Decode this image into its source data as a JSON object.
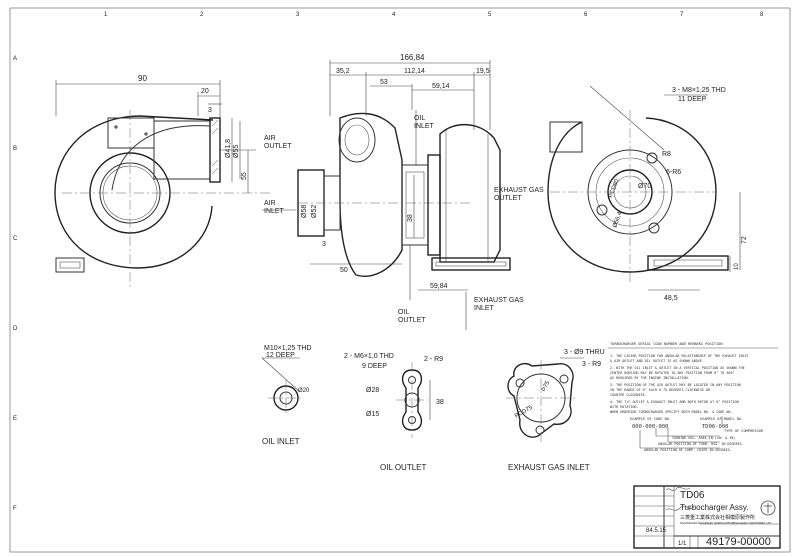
{
  "drawing": {
    "title_block": {
      "model": "TD06",
      "name": "Turbocharger Assy.",
      "company_jp": "三菱重工業株式会社相模原製作所",
      "company_en": "SAGAMIHARA MACHINERY WORKS MITSUBISHI HEAVY INDUSTRIES, LTD.",
      "date": "84.5.15",
      "scale": "1/1",
      "drawing_number": "49179-00000"
    },
    "overall_dims": {
      "total_length": "166,84",
      "d_35_2": "35,2",
      "d_112_14": "112,14",
      "d_19_5": "19,5",
      "d_53": "53",
      "d_59_14": "59,14",
      "d_90": "90",
      "d_20": "20",
      "d_3_top": "3",
      "d_3_left": "3",
      "d_55": "55",
      "d_50": "50",
      "d_38": "38",
      "d_59_84": "59,84",
      "d_48_5": "48,5",
      "d_72": "72",
      "d_10": "10",
      "dia_41_8": "Ø41,8",
      "dia_55": "Ø55",
      "dia_58": "Ø58",
      "dia_52": "Ø52"
    },
    "labels": {
      "air_outlet": [
        "AIR",
        "OUTLET"
      ],
      "air_inlet": [
        "AIR",
        "INLET"
      ],
      "oil_inlet_top": [
        "OIL",
        "INLET"
      ],
      "oil_outlet": [
        "OIL",
        "OUTLET"
      ],
      "exhaust_outlet": [
        "EXHAUST GAS",
        "OUTLET"
      ],
      "exhaust_inlet": [
        "EXHAUST GAS",
        "INLET"
      ],
      "turbine_thd": "3 - M8×1,25  THD",
      "turbine_deep": "11 DEEP",
      "r8": "R8",
      "r6": "6-R6",
      "pcd80": "PCD80",
      "dia70": "Ø70",
      "dia56": "Ø56,4"
    },
    "details": {
      "oil_inlet": {
        "caption": "OIL  INLET",
        "thd": "M10×1,25  THD",
        "deep": "12 DEEP",
        "dia": "Ø20"
      },
      "oil_outlet": {
        "caption": "OIL  OUTLET",
        "thd": "2 - M6×1,0  THD",
        "deep": "9 DEEP",
        "r9": "2 - R9",
        "dia28": "Ø28",
        "dia15": "Ø15",
        "d38": "38"
      },
      "exhaust_inlet": {
        "caption": "EXHAUST  GAS  INLET",
        "thru": "3 - Ø9  THRU",
        "r9": "3 - R9",
        "pcd": "PCD75",
        "d75": "ᐅ75"
      }
    },
    "notes": {
      "header": "TURBOCHARGER SERIAL CODE NUMBER AND REMARKS POSITION",
      "items": [
        "1.   THE CASING POSITION FOR ANGULAR RELATIONSHIP OF THE EXHAUST INLET",
        "      & AIR OUTLET AND OIL OUTLET IS AS SHOWN ABOVE.",
        "2.   WITH THE OIL INLET & OUTLET IN A VERTICAL POSITION AS SHOWN THE",
        "      CENTER HOUSING MAY BE ROTATED TO ANY POSITION FROM 0° TO 360°",
        "      AS REQUIRED BY THE ENGINE INSTALLATION.",
        "3.   THE POSITION OF THE AIR OUTLET MAY BE LOCATED IN ANY POSITION",
        "      IN THE RANGE OF 0° EACH 6.75 DEGREES CLOCKWISE OR",
        "      COUNTER CLOCKWISE.",
        "4.   THE T/C OUTLET & EXHAUST INLET AND BOTH ROTOR AT 0° POSITION",
        "      WITH ROTATING.",
        "      WHEN ORDERING TURBOCHARGER SPECIFY BOTH MODEL NO. & CODE NO."
      ],
      "example_label": "EXAMPLE OF CODE NO.",
      "model_example_label": "EXAMPLE OF MODEL NO.",
      "code_example": "000-000-000",
      "model_example": "TD06-000",
      "type_of_compressor": "TYPE OF COMPRESSOR",
      "code_lines": [
        "TURBINE HSG. AREA IN (cm² & IN)",
        "ANGULAR POSITION OF TURB. HSG. IN DEGREES.",
        "ANGULAR POSITION OF COMP. COVER IN DEGREES."
      ]
    },
    "zones": [
      "1",
      "2",
      "3",
      "4",
      "5",
      "6",
      "7",
      "8"
    ],
    "zone_rows": [
      "A",
      "B",
      "C",
      "D",
      "E",
      "F"
    ]
  }
}
